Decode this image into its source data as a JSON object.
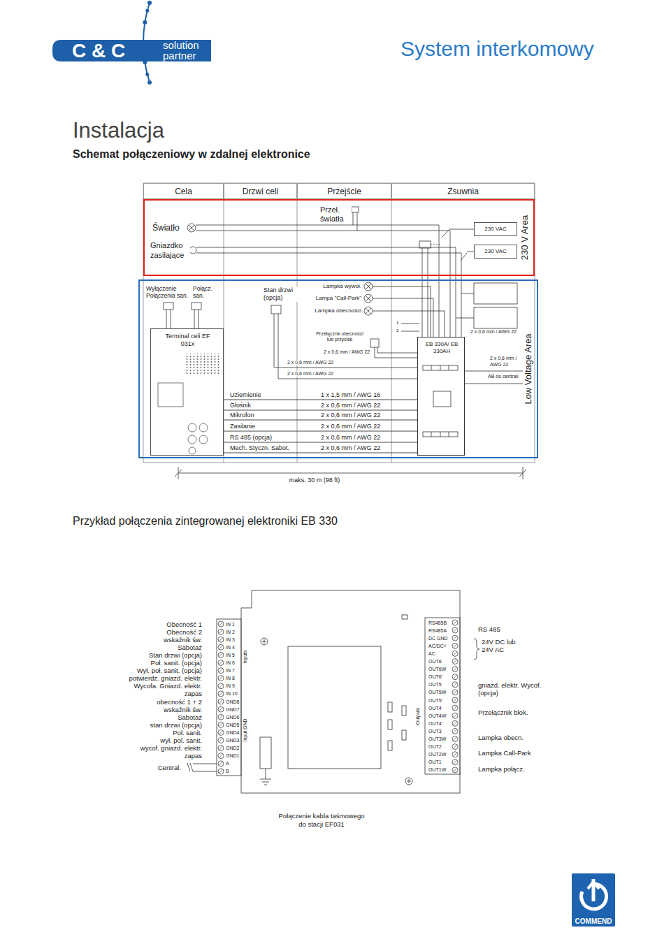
{
  "diagram": {
    "title": "Instalacja",
    "caption": "Połączenie kabla taśmowego do stacji EF031",
    "nodes": [
      {
        "text": [
          "Cela"
        ]
      },
      {
        "text": [
          "Drzwi celi"
        ]
      },
      {
        "text": [
          "Przejście"
        ]
      },
      {
        "text": [
          "Zsuwnia"
        ]
      },
      {
        "text": [
          "230 V Area"
        ]
      },
      {
        "text": [
          "230 VAC"
        ],
        "in": 4
      },
      {
        "text": [
          "230 VAC"
        ],
        "in": 4
      },
      {
        "text": [
          "Low Voltage Area"
        ]
      },
      {
        "text": [
          "Terminal celi EF 031x"
        ],
        "in": 7
      },
      {
        "text": [
          "EB 330A/ EB 330AH"
        ],
        "in": 7
      }
    ],
    "edges": [
      {
        "from": 8,
        "to": 9,
        "arrow": "none",
        "label": "1 x 1,5 mm / AWG 16"
      },
      {
        "from": 8,
        "to": 9,
        "arrow": "none",
        "label": "2 x 0,6 mm / AWG 22"
      },
      {
        "from": 8,
        "to": 9,
        "arrow": "none",
        "label": "2 x 0,6 mm / AWG 22"
      },
      {
        "from": 8,
        "to": 9,
        "arrow": "none",
        "label": "2 x 0,6 mm / AWG 22"
      },
      {
        "from": 8,
        "to": 9,
        "arrow": "none",
        "label": "2 x 0,6 mm / AWG 22"
      },
      {
        "from": 8,
        "to": 9,
        "arrow": "none",
        "label": "2 x 0,6 mm / AWG 22"
      }
    ],
    "labels": [
      "C & C",
      "solution partner",
      "System interkomowy",
      "Schemat połączeniowy w zdalnej elektronice",
      "Światło",
      "Gniazdko zasilające",
      "Przeł. światła",
      "Wyłączenie Połączenia san.",
      "Połącz. san.",
      "Stan drzwi (opcja)",
      "Lampka wywoł.",
      "Lampa \"Call-Park\"",
      "Lampka obecności",
      "1",
      "2",
      "2 x 0,6 mm / AWG 22",
      "Przełącznk obecności lub przycisk",
      "2 x 0,6 mm / AWG 22",
      "2 x 0,6 mm / AWG 22",
      "2 x 0,6 mm / AWG 22",
      "2 x 0,6 mm / AWG 22",
      "AB do centrali",
      "Uziemienie",
      "Głośnik",
      "Mikrofon",
      "Zasilanie",
      "RS 485 (opcja)",
      "Mech. Styczn. Sabot.",
      "maks. 30 m (98 ft)",
      "Przykład połączenia zintegrowanej elektroniki EB 330",
      "Obecność 1",
      "Obecność 2",
      "wskaźnik św.",
      "Sabotaż",
      "Stan drzwi (opcja)",
      "Poł. sanit. (opcja)",
      "Wył. poł. sanit. (opcja)",
      "potwierdz. gniazd. elektr.",
      "Wycofa. Gniazd. elektr.",
      "zapas",
      "obecność 1 + 2",
      "wskaźnik św.",
      "Sabotaż",
      "stan drzwi (opcja)",
      "Poł. sanit.",
      "wył. pol. sanit.",
      "wycof. gniazd. elektr.",
      "zapas",
      "Central.",
      "IN 1",
      "IN 2",
      "IN 3",
      "IN 4",
      "IN 5",
      "IN 6",
      "IN 7",
      "IN 8",
      "IN 9",
      "IN 10",
      "GND8",
      "GND7",
      "GND6",
      "GND5",
      "GND4",
      "GND3",
      "GND2",
      "GND1",
      "A",
      "B",
      "Inputs",
      "Input GND",
      "RS485B",
      "RS485A",
      "DC GND",
      "AC/DC+",
      "AC",
      "OUT6",
      "OUT6W",
      "OUT6'",
      "OUT5",
      "OUT5W",
      "OUT5'",
      "OUT4",
      "OUT4W",
      "OUT4'",
      "OUT3",
      "OUT3W",
      "OUT2",
      "OUT2W",
      "OUT1",
      "OUT1W",
      "Outputs",
      "RS 485",
      "24V DC lub 24V AC",
      "gniazd. elektr. Wycof. (opcja)",
      "Przełącznik blok.",
      "Lampka obecn.",
      "Lampka Call-Park",
      "Lampka połącz.",
      "COMMEND"
    ]
  }
}
